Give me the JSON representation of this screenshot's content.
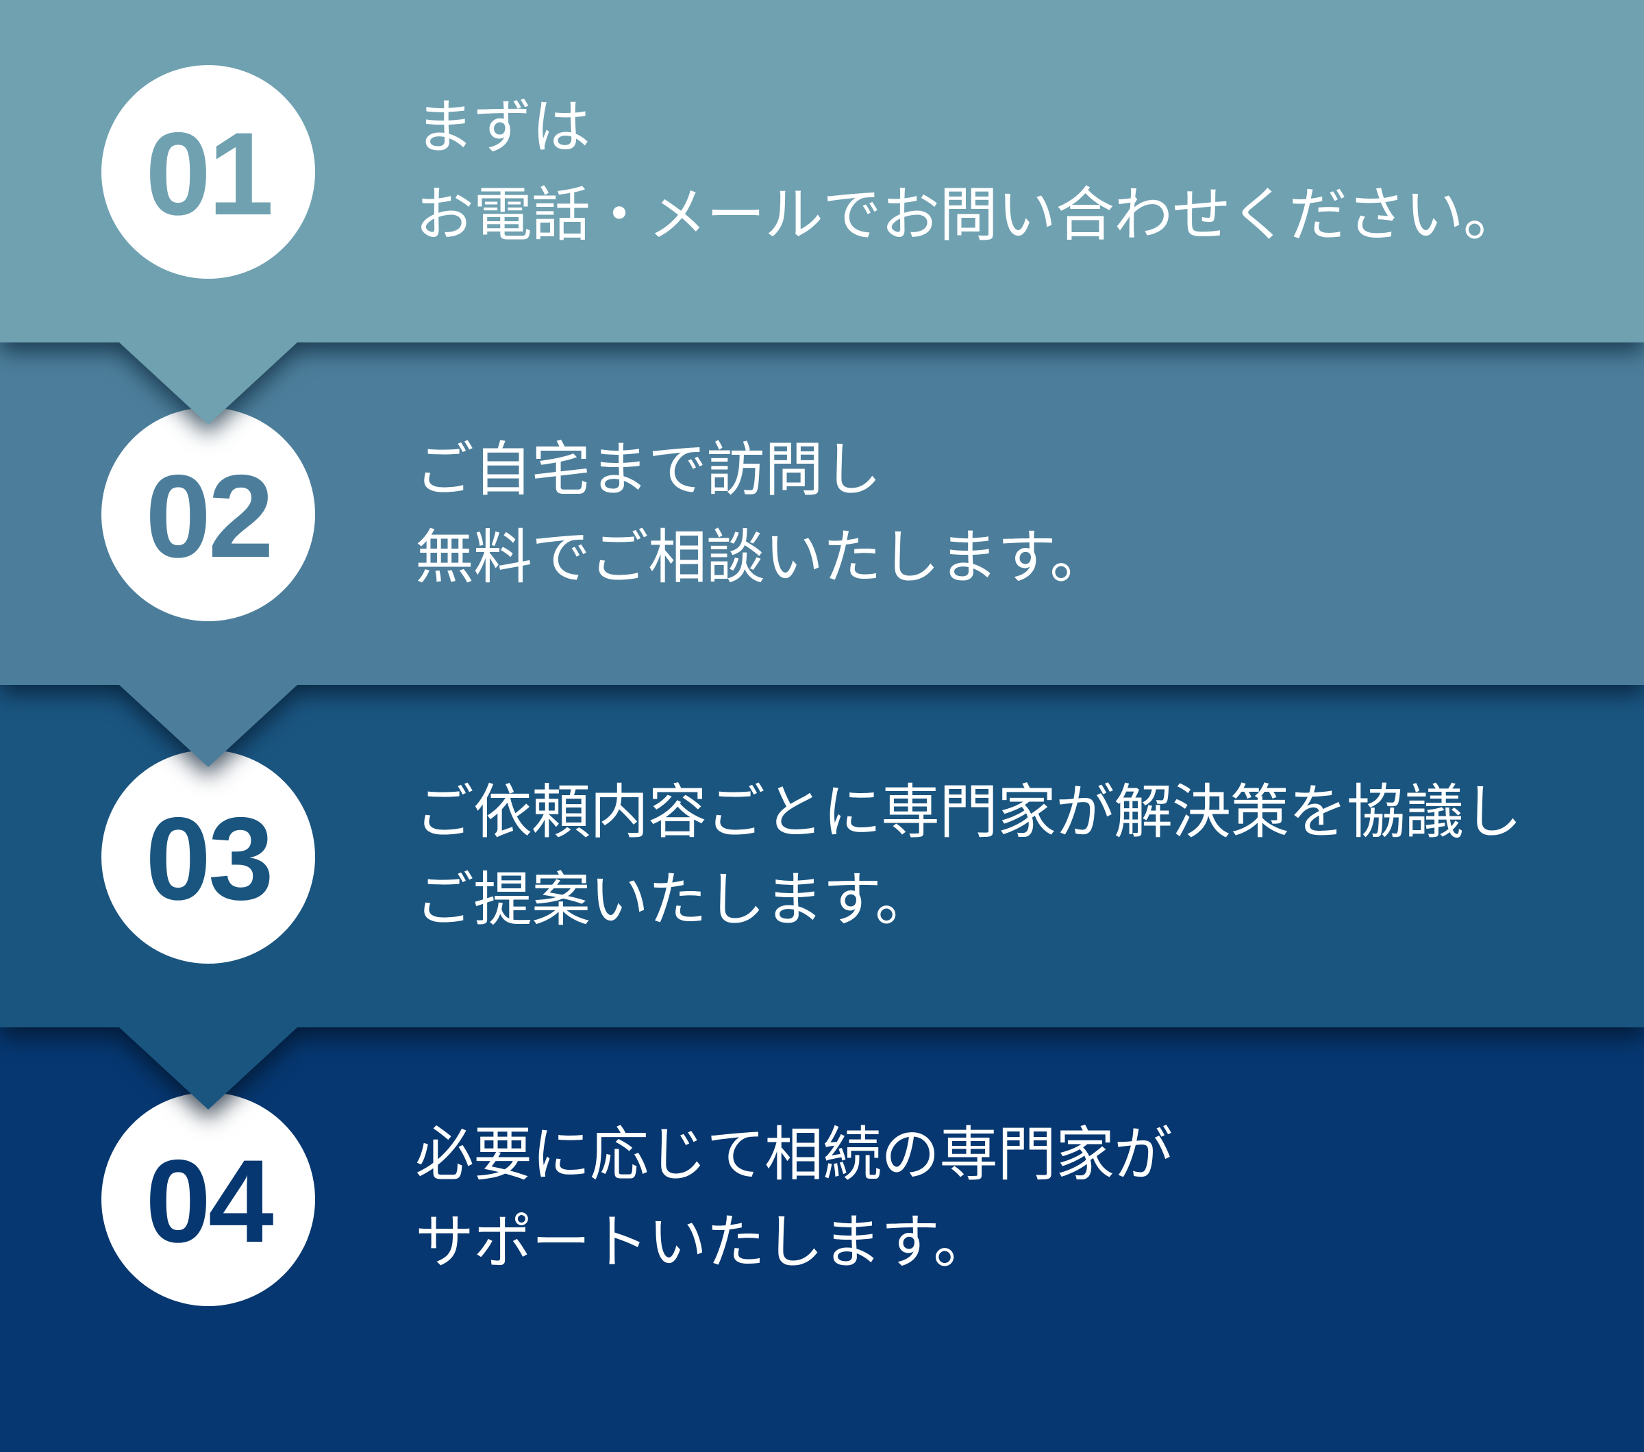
{
  "steps": [
    {
      "number": "01",
      "color": "#6fa1b1",
      "lines": [
        "まずは",
        "お電話・メールでお問い合わせください。"
      ]
    },
    {
      "number": "02",
      "color": "#4c7e9b",
      "lines": [
        "ご自宅まで訪問し",
        "無料でご相談いたします。"
      ]
    },
    {
      "number": "03",
      "color": "#1a5580",
      "lines": [
        "ご依頼内容ごとに専門家が解決策を協議し",
        "ご提案いたします。"
      ]
    },
    {
      "number": "04",
      "color": "#063770",
      "lines": [
        "必要に応じて相続の専門家が",
        "サポートいたします。"
      ]
    }
  ],
  "icons": {
    "step_pointer": "down-arrow-triangle"
  }
}
